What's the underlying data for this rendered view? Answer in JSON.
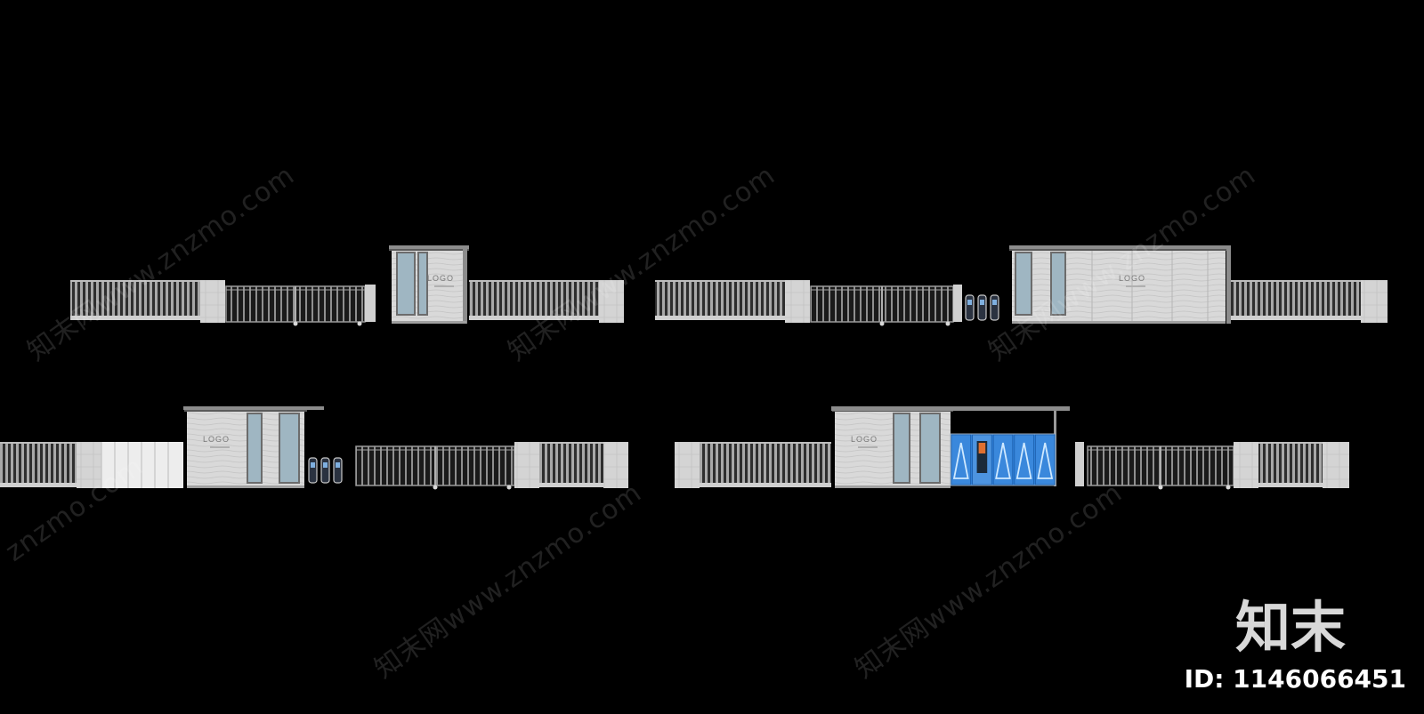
{
  "watermark": {
    "text": "知末网www.znzmo.com",
    "site_text": "znzmo.com"
  },
  "elevations": [
    {
      "id": "elevation-1",
      "logo_text": "LOGO"
    },
    {
      "id": "elevation-2",
      "logo_text": "LOGO"
    },
    {
      "id": "elevation-3",
      "logo_text": "LOGO"
    },
    {
      "id": "elevation-4",
      "logo_text": "LOGO"
    }
  ],
  "brand": {
    "logo_text": "知末",
    "id_text": "ID: 1146066451"
  },
  "colors": {
    "background": "#000000",
    "wall_panel": "#cfcfcf",
    "stone": "#d6d6d6",
    "gate_bar": "#8a8a8a",
    "roof": "#8c8c8c",
    "glass": "#9fb6c2",
    "locker_blue": "#2f7fd6",
    "locker_light": "#7fc0ee"
  }
}
